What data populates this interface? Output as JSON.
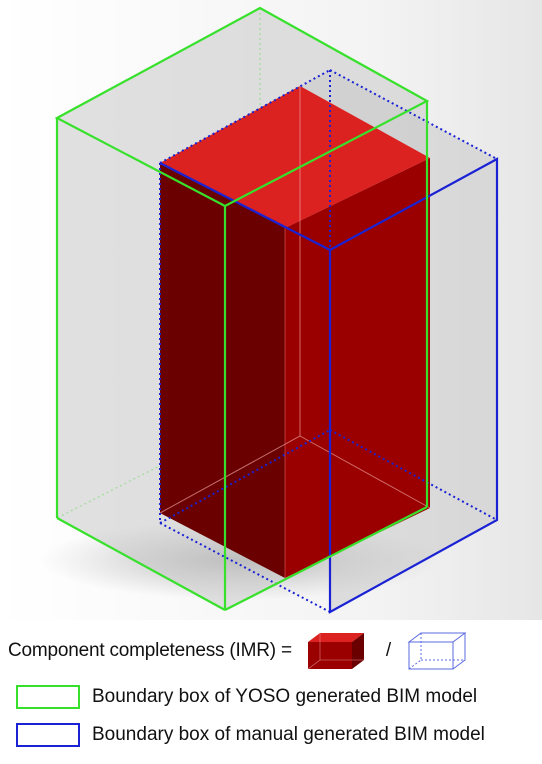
{
  "formula": {
    "prefix": "Component completeness (IMR) =",
    "divider": "/",
    "numerator_icon": "red-solid-box-icon",
    "denominator_icon": "blue-wireframe-box-icon"
  },
  "legend": [
    {
      "label": "Boundary box of YOSO generated BIM model",
      "color": "#37e12b",
      "icon": "green-rectangle-icon"
    },
    {
      "label": "Boundary box of manual generated BIM model",
      "color": "#1a22d4",
      "icon": "blue-rectangle-icon"
    }
  ],
  "colors": {
    "component_front": "#9b0000",
    "component_side": "#6a0000",
    "component_top": "#dc2121",
    "yoso_box": "#37e12b",
    "manual_box": "#1a22d4",
    "box_fill": "#c9c9c9"
  }
}
